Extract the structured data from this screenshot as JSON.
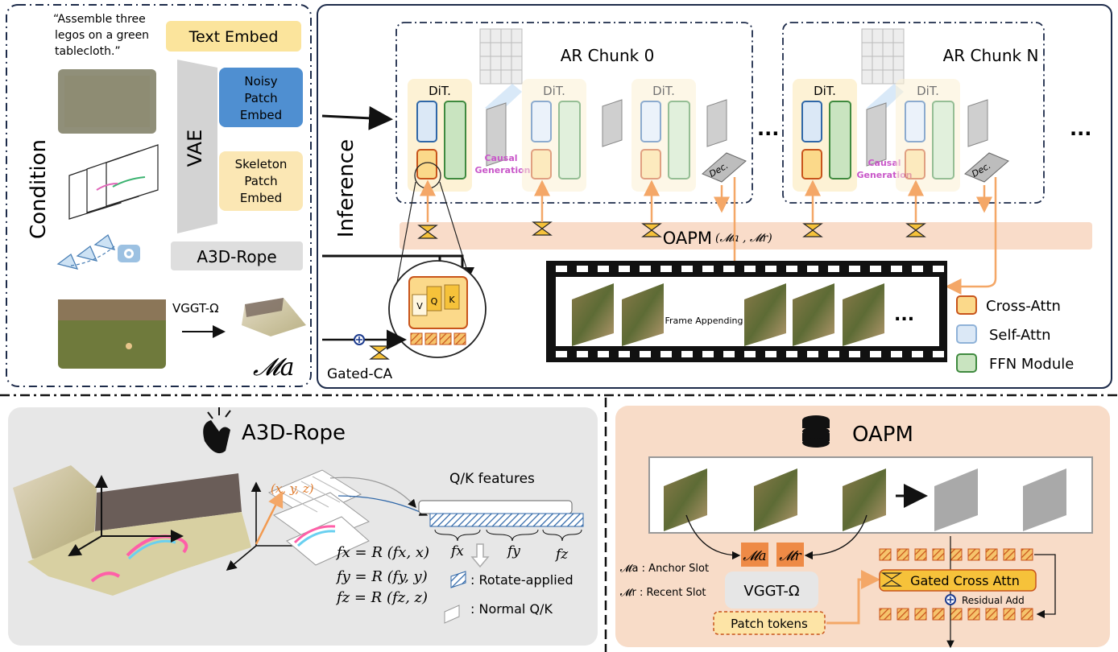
{
  "condition": {
    "title": "Condition",
    "prompt_line1": "“Assemble three",
    "prompt_line2": "legos on a green",
    "prompt_line3": "tablecloth.”",
    "text_embed": "Text Embed",
    "vae": "VAE",
    "noisy_line1": "Noisy",
    "noisy_line2": "Patch",
    "noisy_line3": "Embed",
    "skel_line1": "Skeleton",
    "skel_line2": "Patch",
    "skel_line3": "Embed",
    "a3d_rope": "A3D-Rope",
    "vggt": "VGGT-Ω",
    "ma": "𝓜a"
  },
  "inference": {
    "title": "Inference",
    "chunk0": "AR Chunk 0",
    "chunkN": "AR Chunk N",
    "dit": "DiT.",
    "causal1": "Causal",
    "causal2": "Generation",
    "dec": "Dec.",
    "ellipsis": "...",
    "oapm_label": "OAPM",
    "oapm_args": "(𝓜a , 𝓜r)",
    "gated_ca": "Gated-CA",
    "v": "V",
    "q": "Q",
    "k": "K",
    "frame_appending": "Frame Appending"
  },
  "legend": {
    "cross": "Cross-Attn",
    "self": "Self-Attn",
    "ffn": "FFN Module"
  },
  "a3d_panel": {
    "title": "A3D-Rope",
    "xyz": "(x, y, z)",
    "qk_features": "Q/K features",
    "fx": "fx",
    "fy": "fy",
    "fz": "fz",
    "eq1": "fx = R (fx, x)",
    "eq2": "fy = R (fy, y)",
    "eq3": "fz = R (fz, z)",
    "rotate_applied": ": Rotate-applied",
    "normal_qk": ": Normal Q/K"
  },
  "oapm_panel": {
    "title": "OAPM",
    "ma": "𝓜a",
    "mr": "𝓜r",
    "anchor_slot": "𝓜a : Anchor Slot",
    "recent_slot": "𝓜r : Recent Slot",
    "vggt": "VGGT-Ω",
    "patch_tokens": "Patch tokens",
    "gated_cross_attn": "Gated Cross Attn",
    "residual_add": "Residual Add"
  },
  "colors": {
    "cross_fill": "#fbd98a",
    "cross_stroke": "#c8541b",
    "self_fill": "#dbe8f6",
    "self_stroke": "#2f67a8",
    "ffn_fill": "#c9e4c0",
    "ffn_stroke": "#3f8a3f",
    "orange_arrow": "#f4a767",
    "oapm_band": "#f9dcc9",
    "causal": "#c957c9"
  }
}
